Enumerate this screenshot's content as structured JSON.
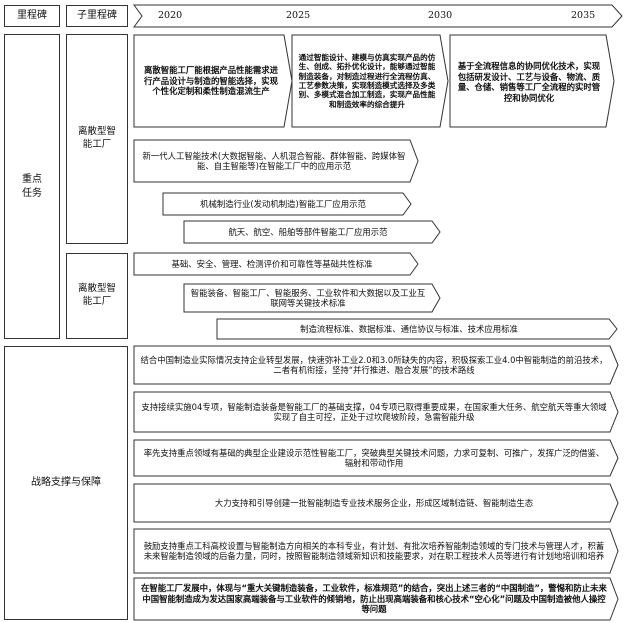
{
  "header": {
    "milestone_label": "里程碑",
    "sub_milestone_label": "子里程碑",
    "years": [
      "2020",
      "2025",
      "2030",
      "2035"
    ]
  },
  "sections": {
    "key_tasks": {
      "label": "重点\n任务",
      "sub_group_1": {
        "label": "离散型智\n能工厂",
        "items": [
          "离散智能工厂能根据产品性能需求进行产品设计与制造的智能选择，实现个性化定制和柔性制造混流生产",
          "通过智能设计、建模与仿真实现产品的仿生、创成、拓扑优化设计，能够通过智能制造装备，对制造过程进行全流程仿真、工艺参数决策，实现制造模式选择及多类别、多模式混合加工制造，实现产品性能和制造效率的综合提升",
          "基于全流程信息的协同优化技术，实现包括研发设计、工艺与设备、物流、质量、仓储、销售等工厂全流程的实时管控和协同优化",
          "新一代人工智能技术(大数据智能、人机混合智能、群体智能、跨媒体智能、自主智能等)在智能工厂中的应用示范",
          "机械制造行业(发动机制造)智能工厂应用示范",
          "航天、航空、船舶等部件智能工厂应用示范"
        ]
      },
      "sub_group_2": {
        "label": "离散型智\n能工厂",
        "items": [
          "基础、安全、管理、检测评价和可靠性等基础共性标准",
          "智能装备、智能工厂、智能服务、工业软件和大数据以及工业互联网等关键技术标准",
          "制造流程标准、数据标准、通信协议与标准、技术应用标准"
        ]
      }
    },
    "strategy": {
      "label": "战略支撑与保障",
      "items": [
        "结合中国制造业实际情况支持企业转型发展，快速弥补工业2.0和3.0所缺失的内容，积极探索工业4.0中智能制造的前沿技术，二者有机衔接，坚持“并行推进、融合发展”的技术路线",
        "支持接续实施04专项，智能制造装备是智能工厂的基础支撑，04专项已取得重要成果，在国家重大任务、航空航天等重大领域实现了自主可控，正处于过坎爬坡阶段，急需智能升级",
        "率先支持重点领域有基础的典型企业建设示范性智能工厂，突破典型关键技术问题，力求可复制、可推广，发挥广泛的借鉴、辐射和带动作用",
        "大力支持和引导创建一批智能制造专业技术服务企业，形成区域制造链、智能制造生态",
        "鼓励支持重点工科高校设置与智能制造方向相关的本科专业，有计划、有批次培养智能制造领域的专门技术与管理人才，积蓄未来智能制造领域的后备力量，同时，按照智能制造领域新知识和技能要求，对在职工程技术人员等进行有计划地培训和培养",
        "在智能工厂发展中，体现与“重大关键制造装备，工业软件，标准规范”的结合，突出上述三者的“中国制造”，警惕和防止未来中国智能制造成为发达国家高端装备与工业软件的倾销地，防止出现高端装备和核心技术“空心化”问题及中国制造被他人操控等问题"
      ]
    }
  }
}
